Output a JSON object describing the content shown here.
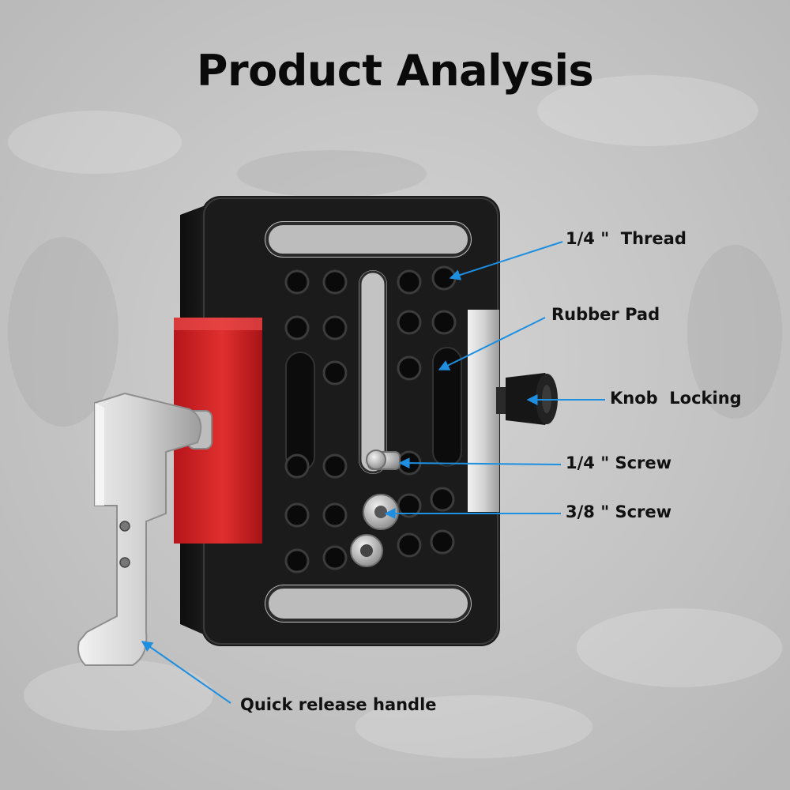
{
  "title": "Product Analysis",
  "callouts": {
    "thread": "1/4 \"  Thread",
    "rubber_pad": "Rubber Pad",
    "knob": "Knob  Locking",
    "screw_quarter": "1/4 \" Screw",
    "screw_three_eighths": "3/8 \" Screw",
    "handle": "Quick release handle"
  },
  "colors": {
    "background": "#c9c9c9",
    "plate": "#1b1b1b",
    "clamp": "#d8232a",
    "handle": "#d9d9d9",
    "arrow": "#1e8fe0"
  }
}
